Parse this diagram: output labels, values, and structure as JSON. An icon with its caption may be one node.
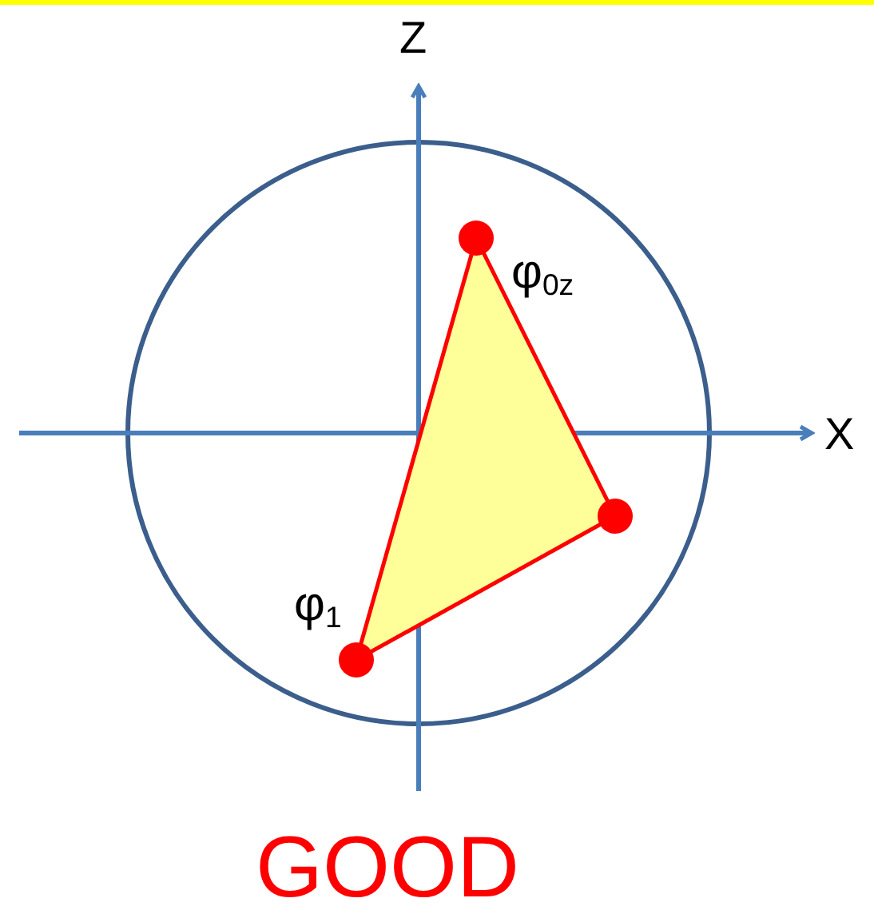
{
  "diagram": {
    "labels": [
      "Z",
      "φ$_{0z}$",
      "X",
      "φ$_{1}$",
      "GOOD"
    ]
  }
}
